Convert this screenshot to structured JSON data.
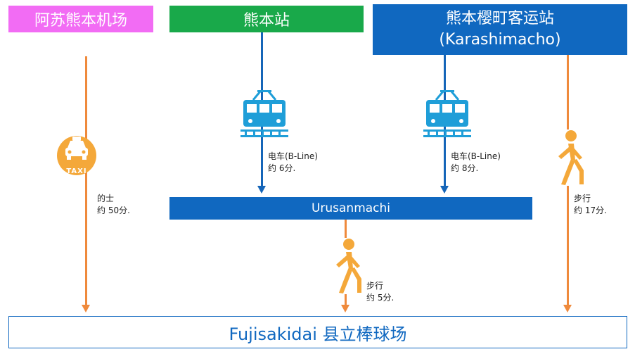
{
  "colors": {
    "airport": "#f26cf4",
    "kumamoto": "#19a94a",
    "blue": "#1068c0",
    "orange": "#ef8a3c",
    "taxi": "#f4a83a",
    "tram": "#1f9ed8"
  },
  "stations": {
    "airport": "阿苏熊本机场",
    "kumamoto": "熊本站",
    "sakuramachi_line1": "熊本樱町客运站",
    "sakuramachi_line2": "(Karashimacho)"
  },
  "transfer": "Urusanmachi",
  "destination": "Fujisakidai  县立棒球场",
  "icons": {
    "taxi_label": "TAXI"
  },
  "routes": {
    "taxi": {
      "mode": "的士",
      "time": "约 50分."
    },
    "tram1": {
      "mode": "电车(B-Line)",
      "time": "约 6分."
    },
    "tram2": {
      "mode": "电车(B-Line)",
      "time": "约 8分."
    },
    "walk_from_sakuramachi": {
      "mode": "步行",
      "time": "约 17分."
    },
    "walk_from_transfer": {
      "mode": "步行",
      "time": "约 5分."
    }
  }
}
